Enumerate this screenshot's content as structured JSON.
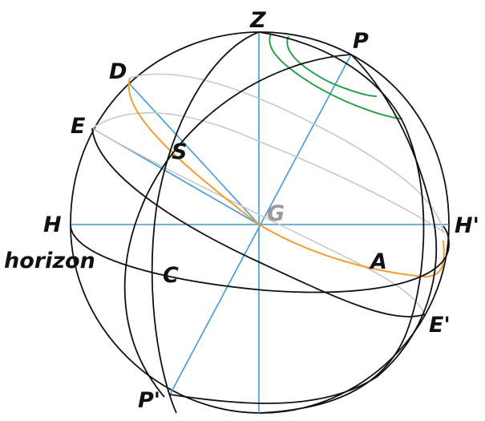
{
  "labels": {
    "zenith": "Z",
    "pole": "P",
    "point_d": "D",
    "point_e": "E",
    "point_s": "S",
    "center": "G",
    "horizon_west": "H",
    "horizon_east": "H'",
    "horizon": "horizon",
    "point_a": "A",
    "point_c": "C",
    "point_e_prime": "E'",
    "pole_prime": "P'"
  },
  "colors": {
    "outline": "#111111",
    "axes": "#3f9ad8",
    "ecliptic": "#f0a030",
    "equator": "#c8c8c8",
    "polar_circle": "#1e9a3c",
    "center_label": "#9a9a9a"
  }
}
